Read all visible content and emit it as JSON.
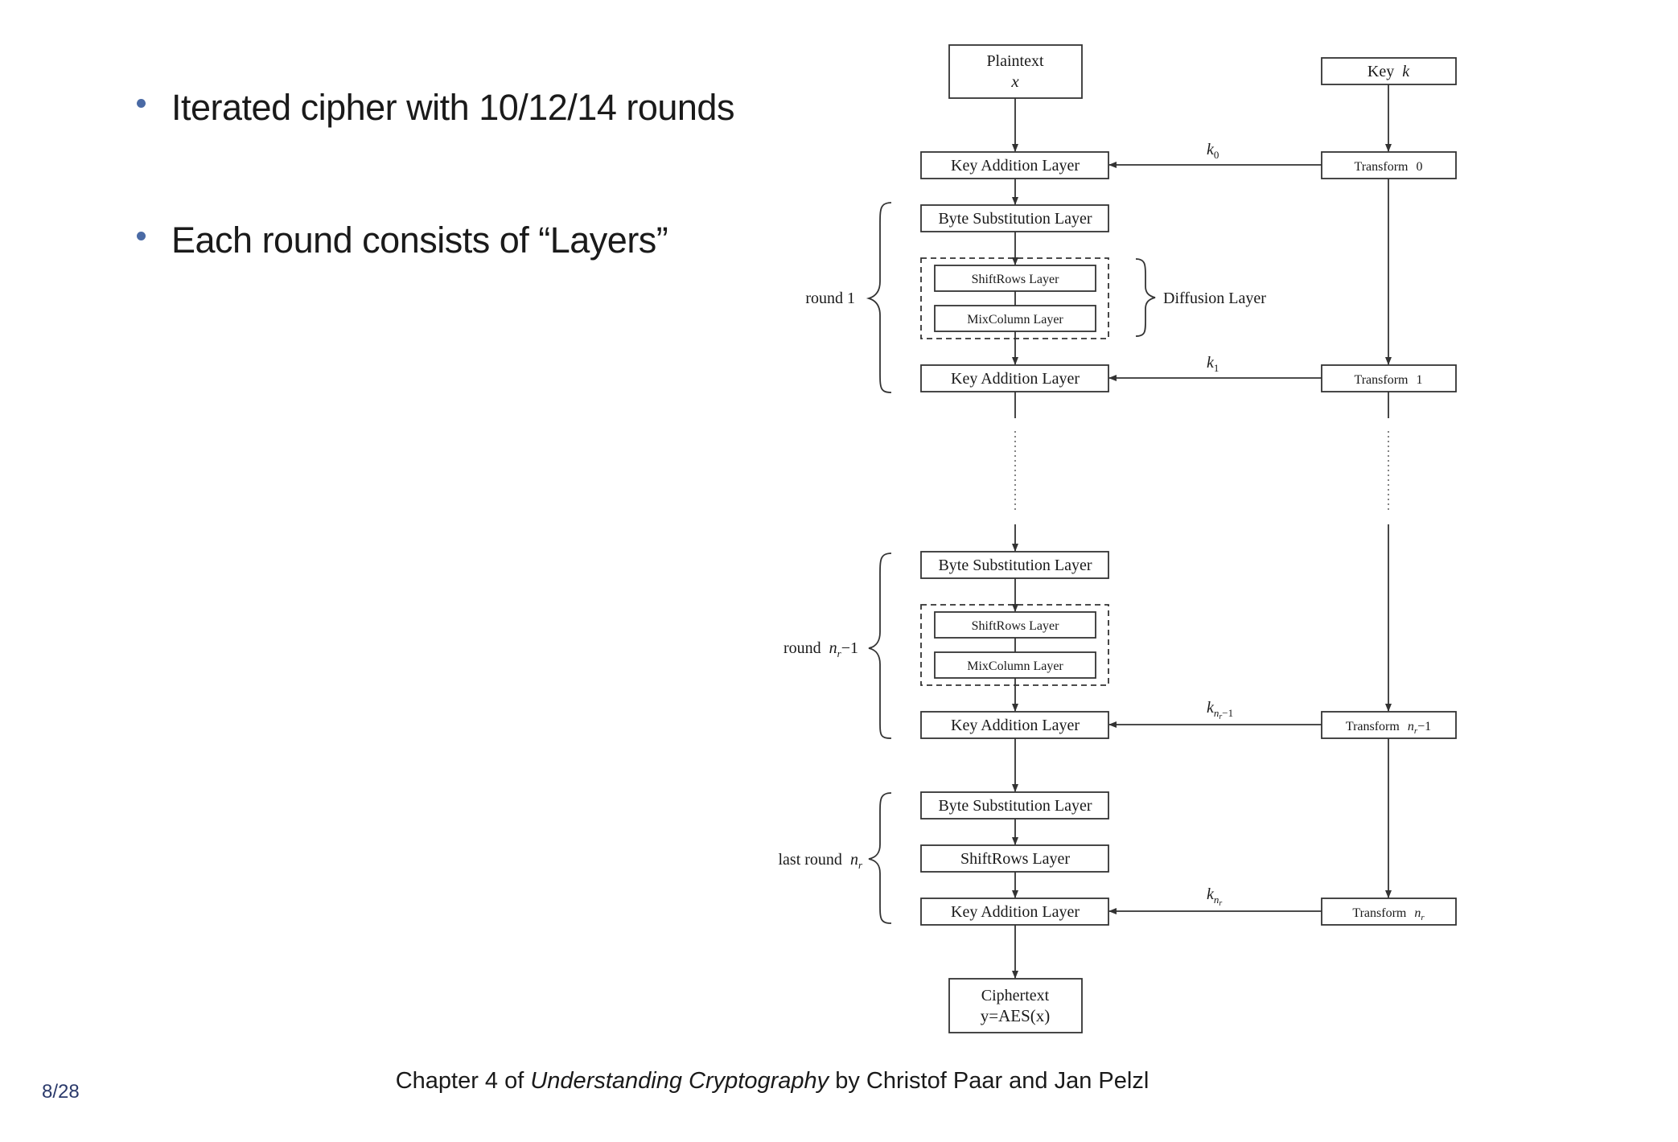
{
  "slide": {
    "bullets": [
      "Iterated cipher with 10/12/14 rounds",
      "Each round consists of “Layers”"
    ],
    "caption": {
      "prefix": "Chapter 4 of ",
      "book_title": "Understanding Cryptography",
      "suffix": " by Christof Paar and Jan Pelzl"
    },
    "page_number": "8/28"
  },
  "diagram": {
    "plaintext": {
      "line1": "Plaintext",
      "line2": "x"
    },
    "key": {
      "label": "Key",
      "var": "k"
    },
    "ciphertext": {
      "line1": "Ciphertext",
      "line2": "y=AES(x)"
    },
    "key_addition": "Key Addition Layer",
    "byte_substitution": "Byte Substitution Layer",
    "shiftrows_small": "ShiftRows Layer",
    "mixcolumn_small": "MixColumn Layer",
    "shiftrows_last": "ShiftRows Layer",
    "diffusion_layer": "Diffusion Layer",
    "round_first": "round 1",
    "round_prefix": "round",
    "round_nr_minus_1": "n",
    "last_round_prefix": "last round",
    "transform_prefix": "Transform",
    "transform_0": "0",
    "transform_1": "1",
    "transform_nr_minus_1": "n",
    "transform_nr": "n",
    "subkey_0": "0",
    "subkey_1": "1",
    "subkey_minus_1": "−1",
    "subscript_r": "r",
    "minus_one": "−1",
    "colors": {
      "bullet": "#4a6aa5",
      "page_number": "#2b3a6b",
      "line": "#333333"
    }
  }
}
